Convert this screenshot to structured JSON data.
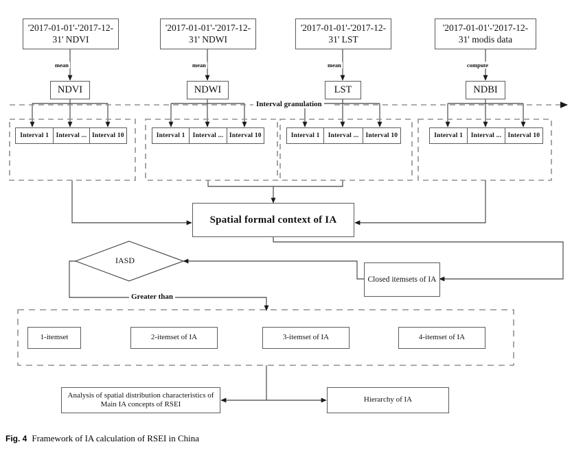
{
  "figure": {
    "label": "Fig. 4",
    "caption": "Framework of IA calculation of RSEI in China",
    "type": "flowchart"
  },
  "sources": [
    {
      "id": "ndvi-source",
      "text": "'2017-01-01'-'2017-12-31' NDVI",
      "edge_label": "mean"
    },
    {
      "id": "ndwi-source",
      "text": "'2017-01-01'-'2017-12-31' NDWI",
      "edge_label": "mean"
    },
    {
      "id": "lst-source",
      "text": "'2017-01-01'-'2017-12-31' LST",
      "edge_label": "mean"
    },
    {
      "id": "modis-source",
      "text": "'2017-01-01'-'2017-12-31' modis data",
      "edge_label": "compute"
    }
  ],
  "indices": [
    {
      "id": "ndvi",
      "label": "NDVI"
    },
    {
      "id": "ndwi",
      "label": "NDWI"
    },
    {
      "id": "lst",
      "label": "LST"
    },
    {
      "id": "ndbi",
      "label": "NDBI"
    }
  ],
  "granulation": {
    "label": "Interval granulation",
    "intervals": [
      "Interval 1",
      "Interval ...",
      "Interval 10"
    ]
  },
  "context": {
    "label": "Spatial formal context of IA"
  },
  "decision": {
    "label": "IASD",
    "branch_label": "Greater than"
  },
  "closed": {
    "label": "Closed itemsets of IA"
  },
  "itemsets": [
    {
      "id": "itemset-1",
      "label": "1-itemset"
    },
    {
      "id": "itemset-2",
      "label": "2-itemset of IA"
    },
    {
      "id": "itemset-3",
      "label": "3-itemset of IA"
    },
    {
      "id": "itemset-4",
      "label": "4-itemset of IA"
    }
  ],
  "outputs": [
    {
      "id": "analysis",
      "label": "Analysis of spatial distribution characteristics of Main IA concepts of RSEI"
    },
    {
      "id": "hierarchy",
      "label": "Hierarchy of IA"
    }
  ],
  "colors": {
    "stroke": "#555b5f",
    "dashed": "#8b9095",
    "arrow": "#1a1a1a",
    "text": "#101010",
    "background": "#ffffff"
  }
}
